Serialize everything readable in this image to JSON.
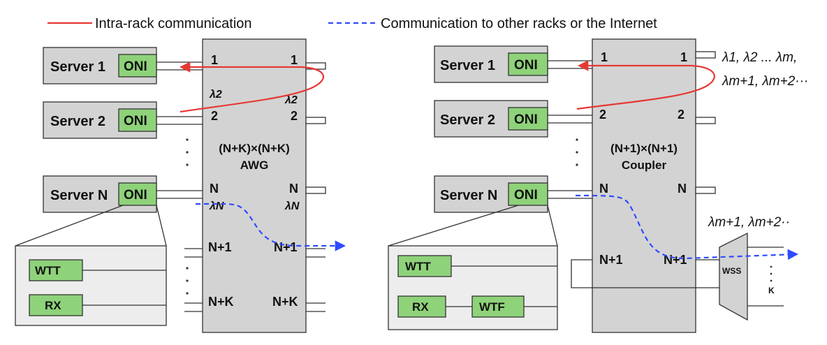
{
  "legend": {
    "intra": "Intra-rack communication",
    "inter": "Communication to other racks or the Internet",
    "intra_color": "#e53935",
    "inter_color": "#2f4bff"
  },
  "left": {
    "server1": "Server 1",
    "server2": "Server 2",
    "serverN": "Server N",
    "oni": "ONI",
    "fabric_line1": "(N+K)×(N+K)",
    "fabric_line2": "AWG",
    "port1": "1",
    "port2": "2",
    "portN": "N",
    "portN1": "N+1",
    "portNK": "N+K",
    "lambda2": "λ2",
    "lambdaN": "λN",
    "wtt": "WTT",
    "rx": "RX"
  },
  "right": {
    "server1": "Server 1",
    "server2": "Server 2",
    "serverN": "Server N",
    "oni": "ONI",
    "fabric_line1": "(N+1)×(N+1)",
    "fabric_line2": "Coupler",
    "port1": "1",
    "port2": "2",
    "portN": "N",
    "portN1": "N+1",
    "wl_top1": "λ1, λ2 ... λm,",
    "wl_top2": "λm+1, λm+2···",
    "wl_mid": "λm+1, λm+2··",
    "wss": "WSS",
    "k": "K",
    "wtt": "WTT",
    "rx": "RX",
    "wtf": "WTF"
  }
}
